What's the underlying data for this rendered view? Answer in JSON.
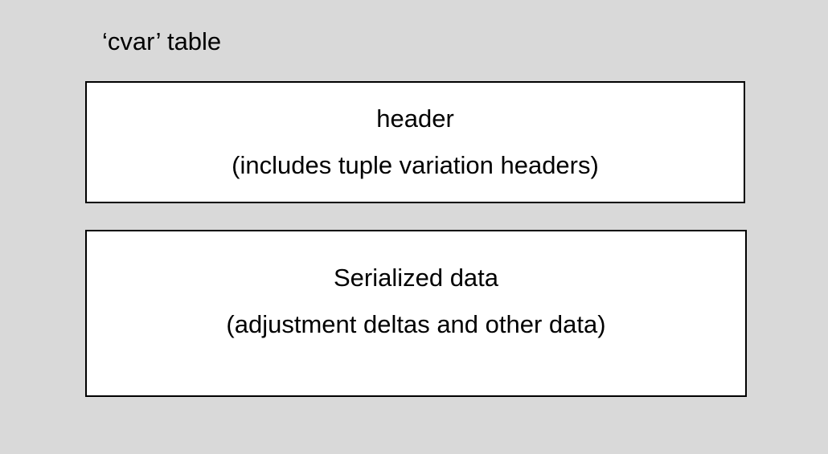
{
  "diagram": {
    "title": "‘cvar’ table",
    "boxes": [
      {
        "name": "header-box",
        "line1": "header",
        "line2": "(includes tuple variation headers)"
      },
      {
        "name": "serialized-data-box",
        "line1": "Serialized data",
        "line2": "(adjustment deltas and other data)"
      }
    ]
  },
  "colors": {
    "background": "#d9d9d9",
    "box_fill": "#ffffff",
    "box_border": "#000000",
    "text": "#000000"
  }
}
